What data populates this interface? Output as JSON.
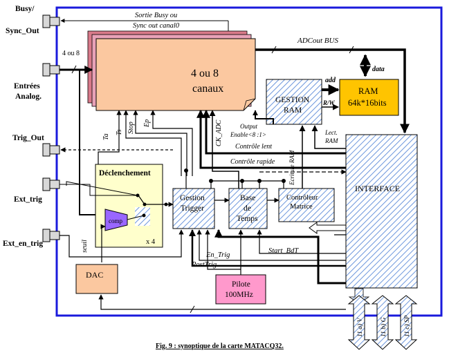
{
  "ports": {
    "busy": "Busy/",
    "sync_out": "Sync_Out",
    "entrees": "Entrées",
    "analog": "Analog.",
    "trig_out": "Trig_Out",
    "ext_trig": "Ext_trig",
    "ext_en_trig": "Ext_en_trig"
  },
  "labels": {
    "sortie_busy_1": "Sortie Busy ou",
    "sortie_busy_2": "Sync  out canal0",
    "four_or_eight": "4 ou 8",
    "adcout_bus": "ADCout BUS",
    "data": "data",
    "add": "add",
    "rw": "R/W",
    "ta": "Ta",
    "ts": "Ts",
    "stop": "Stop",
    "ep": "Ep",
    "ck_adc": "CK_ADC",
    "output_enable_1": "Output",
    "output_enable_2": "Enable<8 :1>",
    "lect_ram_1": "Lect.",
    "lect_ram_2": "RAM",
    "ecriture_ram": "Ecriture RAM",
    "controle_lent": "Contrôle lent",
    "controle_rapide": "Contrôle rapide",
    "en_trig": "En_Trig",
    "post_trig": "PostTrig",
    "start_bdt": "Start_BdT",
    "seuil": "seuil",
    "x4": "x 4"
  },
  "blocks": {
    "canaux_1": "4 ou 8",
    "canaux_2": "canaux",
    "gestion_ram_1": "GESTION",
    "gestion_ram_2": "RAM",
    "ram_1": "RAM",
    "ram_2": "64k*16bits",
    "interface": "INTERFACE",
    "declenchement": "Déclenchement",
    "comp": "comp",
    "gestion_trigger_1": "Gestion",
    "gestion_trigger_2": "Trigger",
    "base_temps_1": "Base",
    "base_temps_2": "de",
    "base_temps_3": "Temps",
    "controleur_1": "Contrôleur",
    "controleur_2": "Matrice",
    "dac": "DAC",
    "pilote_1": "Pilote",
    "pilote_2": "100MHz"
  },
  "bus_outputs": [
    "11 a) V",
    "11 b) G",
    "11 c) SP"
  ],
  "caption": "Fig. 9 : synoptique de la carte MATACQ32.",
  "colors": {
    "frame": "#1a1adc",
    "canaux": "#fbc8a0",
    "canaux_back_1": "#d97a8a",
    "canaux_back_2": "#e9a2b8",
    "ram": "#ffc400",
    "declenchement": "#ffffcc",
    "dac": "#fbc8a0",
    "pilote": "#ff99cc",
    "comp": "#9966ff",
    "hatch": "#6c96dc"
  }
}
